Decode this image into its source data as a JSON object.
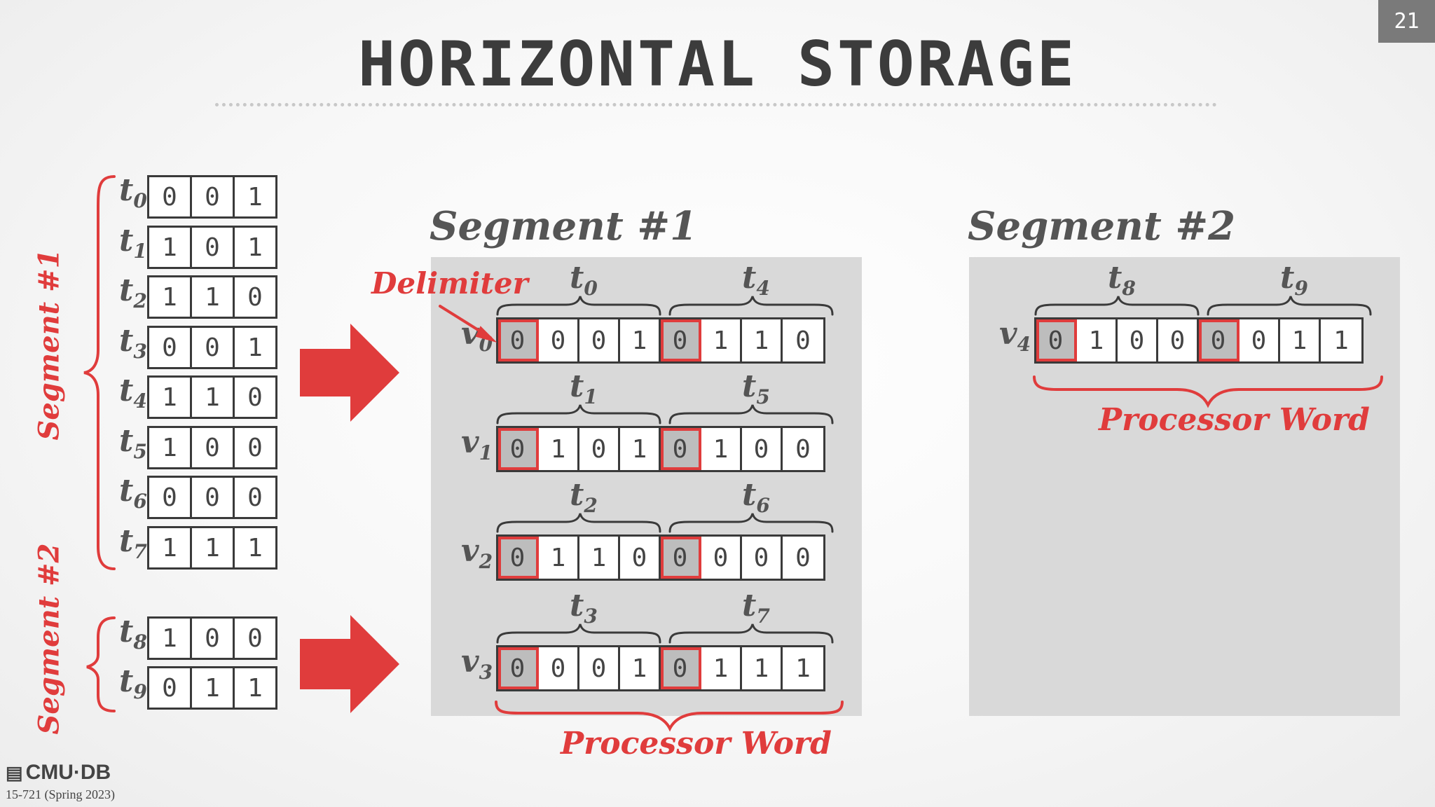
{
  "page_number": "21",
  "title": "HORIZONTAL STORAGE",
  "segments": [
    "Segment #1",
    "Segment #2"
  ],
  "tuples": [
    {
      "label": "t",
      "sub": "0",
      "bits": [
        "0",
        "0",
        "1"
      ]
    },
    {
      "label": "t",
      "sub": "1",
      "bits": [
        "1",
        "0",
        "1"
      ]
    },
    {
      "label": "t",
      "sub": "2",
      "bits": [
        "1",
        "1",
        "0"
      ]
    },
    {
      "label": "t",
      "sub": "3",
      "bits": [
        "0",
        "0",
        "1"
      ]
    },
    {
      "label": "t",
      "sub": "4",
      "bits": [
        "1",
        "1",
        "0"
      ]
    },
    {
      "label": "t",
      "sub": "5",
      "bits": [
        "1",
        "0",
        "0"
      ]
    },
    {
      "label": "t",
      "sub": "6",
      "bits": [
        "0",
        "0",
        "0"
      ]
    },
    {
      "label": "t",
      "sub": "7",
      "bits": [
        "1",
        "1",
        "1"
      ]
    },
    {
      "label": "t",
      "sub": "8",
      "bits": [
        "1",
        "0",
        "0"
      ]
    },
    {
      "label": "t",
      "sub": "9",
      "bits": [
        "0",
        "1",
        "1"
      ]
    }
  ],
  "delimiter_label": "Delimiter",
  "processor_word_label": "Processor Word",
  "words": [
    {
      "label": "v",
      "sub": "0",
      "t_left": "0",
      "t_right": "4",
      "bits": [
        "0",
        "0",
        "0",
        "1",
        "0",
        "1",
        "1",
        "0"
      ]
    },
    {
      "label": "v",
      "sub": "1",
      "t_left": "1",
      "t_right": "5",
      "bits": [
        "0",
        "1",
        "0",
        "1",
        "0",
        "1",
        "0",
        "0"
      ]
    },
    {
      "label": "v",
      "sub": "2",
      "t_left": "2",
      "t_right": "6",
      "bits": [
        "0",
        "1",
        "1",
        "0",
        "0",
        "0",
        "0",
        "0"
      ]
    },
    {
      "label": "v",
      "sub": "3",
      "t_left": "3",
      "t_right": "7",
      "bits": [
        "0",
        "0",
        "0",
        "1",
        "0",
        "1",
        "1",
        "1"
      ]
    },
    {
      "label": "v",
      "sub": "4",
      "t_left": "8",
      "t_right": "9",
      "bits": [
        "0",
        "1",
        "0",
        "0",
        "0",
        "0",
        "1",
        "1"
      ]
    }
  ],
  "footer": {
    "logo": "CMU·DB",
    "course": "15-721 (Spring 2023)"
  },
  "colors": {
    "accent": "#e03c3c",
    "panel": "#d9d9d9",
    "delimiter_fill": "#bdbdbd"
  }
}
